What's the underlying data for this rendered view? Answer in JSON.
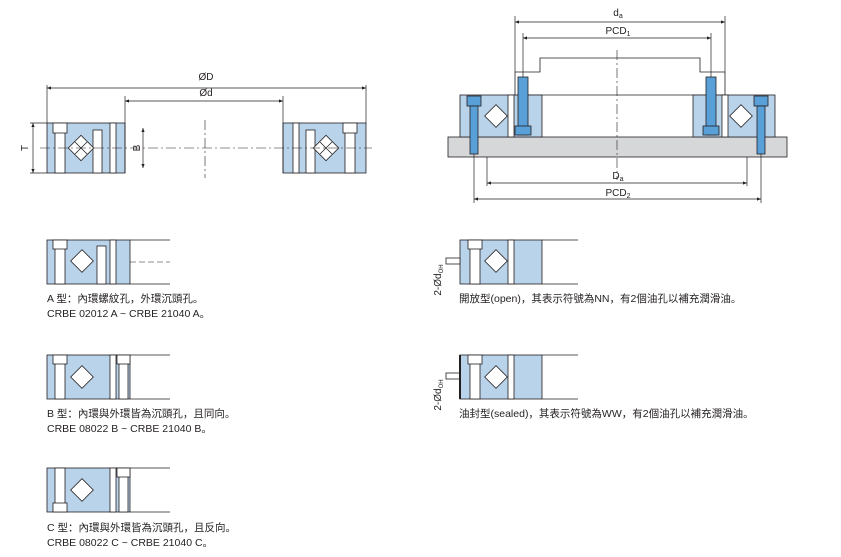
{
  "colors": {
    "ring": "#b9d3ea",
    "bolt": "#5aa0d8",
    "line": "#231f20",
    "base": "#d6d7d9"
  },
  "dims": {
    "od": "ØD",
    "id": "Ød",
    "t": "T",
    "b": "B",
    "da": "d",
    "da_sub": "a",
    "pcd1": "PCD",
    "pcd1_sub": "1",
    "Da": "D",
    "Da_sub": "a",
    "pcd2": "PCD",
    "pcd2_sub": "2",
    "oil": "2-Ød",
    "oil_sub": "OH"
  },
  "types": [
    {
      "name": "A 型：內環螺紋孔，外環沉頭孔。",
      "range": "CRBE 02012 A ~ CRBE 21040 A。"
    },
    {
      "name": "B 型：內環與外環皆為沉頭孔，且同向。",
      "range": "CRBE 08022 B ~ CRBE 21040 B。"
    },
    {
      "name": "C 型：內環與外環皆為沉頭孔，且反向。",
      "range": "CRBE 08022 C ~ CRBE 21040 C。"
    }
  ],
  "seals": [
    {
      "text": "開放型(open)，其表示符號為NN，有2個油孔以補充潤滑油。"
    },
    {
      "text": "油封型(sealed)，其表示符號為WW，有2個油孔以補充潤滑油。"
    }
  ]
}
